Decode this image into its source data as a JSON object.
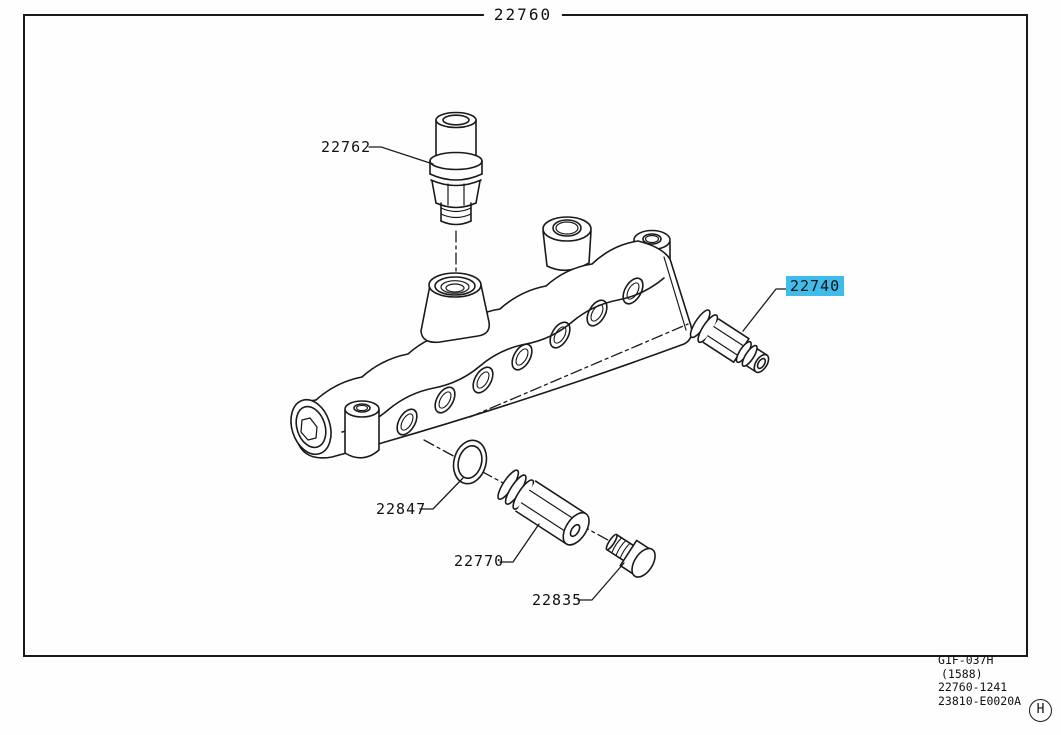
{
  "page": {
    "title": "22760"
  },
  "callouts": [
    {
      "text": "22762",
      "highlighted": false
    },
    {
      "text": "22740",
      "highlighted": true
    },
    {
      "text": "22847",
      "highlighted": false
    },
    {
      "text": "22770",
      "highlighted": false
    },
    {
      "text": "22835",
      "highlighted": false
    }
  ],
  "footer": {
    "drawing_code": "G1F-037H",
    "sheet_number": "(1588)",
    "figure_number": "22760-1241",
    "document_number": "23810-E0020A",
    "page_letter": "H"
  },
  "colors": {
    "highlight": "#3fbce9",
    "line": "#1a1a1a"
  }
}
